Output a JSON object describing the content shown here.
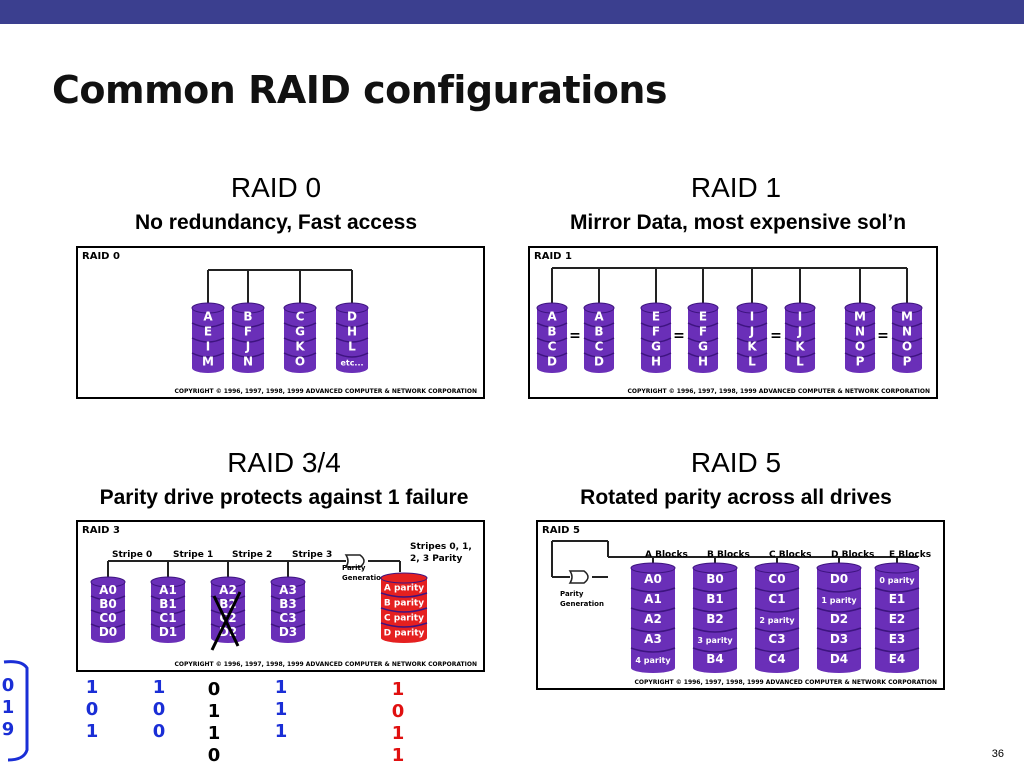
{
  "slide": {
    "title": "Common RAID configurations",
    "page_number": "36"
  },
  "colors": {
    "topbar": "#3b3f8f",
    "disk": "#6a2fb8",
    "disk_dark": "#3e1480",
    "parity_disk": "#e52020",
    "ink_blue": "#1a2ed6",
    "ink_red": "#e01010"
  },
  "copyright": "COPYRIGHT © 1996, 1997, 1998, 1999 ADVANCED COMPUTER & NETWORK CORPORATION",
  "raid0": {
    "title": "RAID 0",
    "subtitle": "No redundancy, Fast access",
    "label": "RAID 0",
    "disks": [
      [
        "A",
        "E",
        "I",
        "M"
      ],
      [
        "B",
        "F",
        "J",
        "N"
      ],
      [
        "C",
        "G",
        "K",
        "O"
      ],
      [
        "D",
        "H",
        "L",
        "etc..."
      ]
    ]
  },
  "raid1": {
    "title": "RAID 1",
    "subtitle": "Mirror Data, most expensive sol’n",
    "label": "RAID 1",
    "disks": [
      [
        "A",
        "B",
        "C",
        "D"
      ],
      [
        "A",
        "B",
        "C",
        "D"
      ],
      [
        "E",
        "F",
        "G",
        "H"
      ],
      [
        "E",
        "F",
        "G",
        "H"
      ],
      [
        "I",
        "J",
        "K",
        "L"
      ],
      [
        "I",
        "J",
        "K",
        "L"
      ],
      [
        "M",
        "N",
        "O",
        "P"
      ],
      [
        "M",
        "N",
        "O",
        "P"
      ]
    ],
    "equals": "="
  },
  "raid3": {
    "title": "RAID 3/4",
    "subtitle": "Parity drive protects against 1 failure",
    "label": "RAID 3",
    "stripes": [
      "Stripe 0",
      "Stripe 1",
      "Stripe 2",
      "Stripe 3"
    ],
    "parity_generation": [
      "Parity",
      "Generation"
    ],
    "stripes_parity": [
      "Stripes 0, 1,",
      "2, 3 Parity"
    ],
    "disks": [
      [
        "A0",
        "B0",
        "C0",
        "D0"
      ],
      [
        "A1",
        "B1",
        "C1",
        "D1"
      ],
      [
        "A2",
        "B2",
        "C2",
        "D2"
      ],
      [
        "A3",
        "B3",
        "C3",
        "D3"
      ]
    ],
    "parity_disk": [
      "A parity",
      "B parity",
      "C parity",
      "D parity"
    ]
  },
  "raid5": {
    "title": "RAID 5",
    "subtitle": "Rotated parity across all drives",
    "label": "RAID 5",
    "blocks": [
      "A  Blocks",
      "B  Blocks",
      "C  Blocks",
      "D  Blocks",
      "E  Blocks"
    ],
    "parity_generation": [
      "Parity",
      "Generation"
    ],
    "disks": [
      [
        "A0",
        "A1",
        "A2",
        "A3",
        "4 parity"
      ],
      [
        "B0",
        "B1",
        "B2",
        "3 parity",
        "B4"
      ],
      [
        "C0",
        "C1",
        "2 parity",
        "C3",
        "C4"
      ],
      [
        "D0",
        "1 parity",
        "D2",
        "D3",
        "D4"
      ],
      [
        "0 parity",
        "E1",
        "E2",
        "E3",
        "E4"
      ]
    ]
  },
  "annotations": {
    "col0": [
      "0",
      "1",
      "9"
    ],
    "col1": [
      "1",
      "0",
      "1"
    ],
    "col2": [
      "1",
      "0",
      "0"
    ],
    "col3": [
      "0",
      "1",
      "1",
      "0"
    ],
    "col4": [
      "1",
      "1",
      "1"
    ],
    "col5": [
      "1",
      "0",
      "1",
      "1"
    ]
  }
}
